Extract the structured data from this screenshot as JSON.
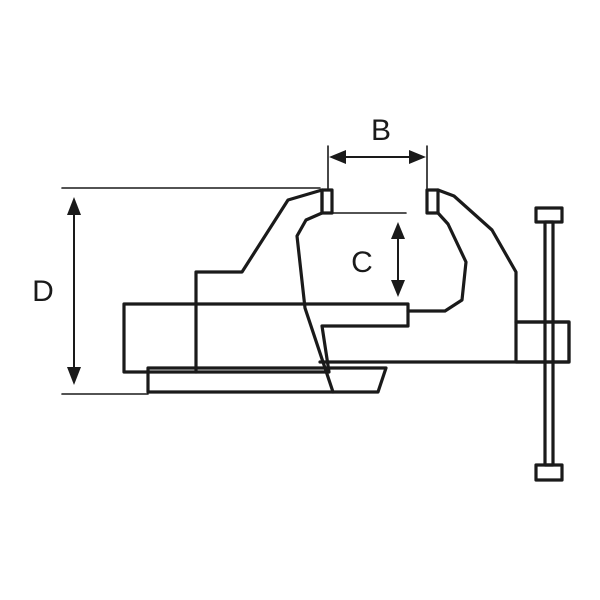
{
  "diagram": {
    "labels": {
      "b": "B",
      "c": "C",
      "d": "D"
    },
    "colors": {
      "stroke": "#1a1a1a",
      "background": "#ffffff"
    }
  }
}
